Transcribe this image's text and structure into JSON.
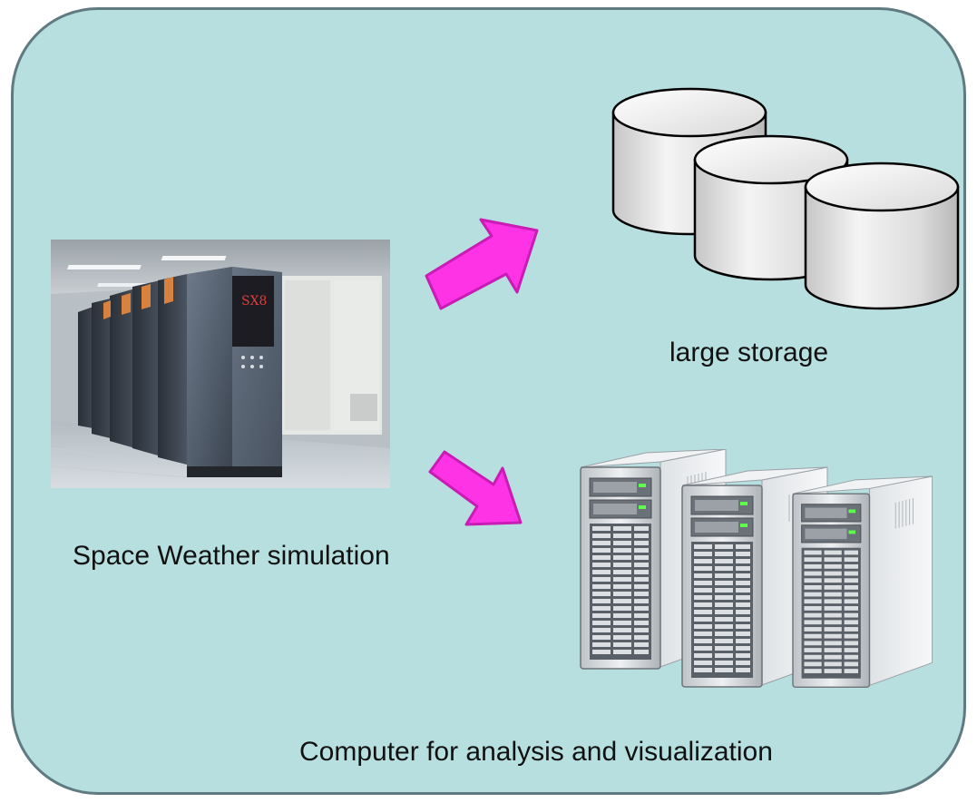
{
  "labels": {
    "simulation": "Space Weather simulation",
    "storage": "large storage",
    "analysis": "Computer for analysis and visualization"
  },
  "photo_brand": "SX8",
  "colors": {
    "panel_fill": "#b7dfe0",
    "panel_border": "#5f7a80",
    "arrow_fill": "#ff33e6",
    "arrow_stroke": "#c81cb4"
  },
  "icons": [
    "supercomputer-photo",
    "database-cylinder-icon",
    "server-tower-icon",
    "arrow-icon"
  ]
}
